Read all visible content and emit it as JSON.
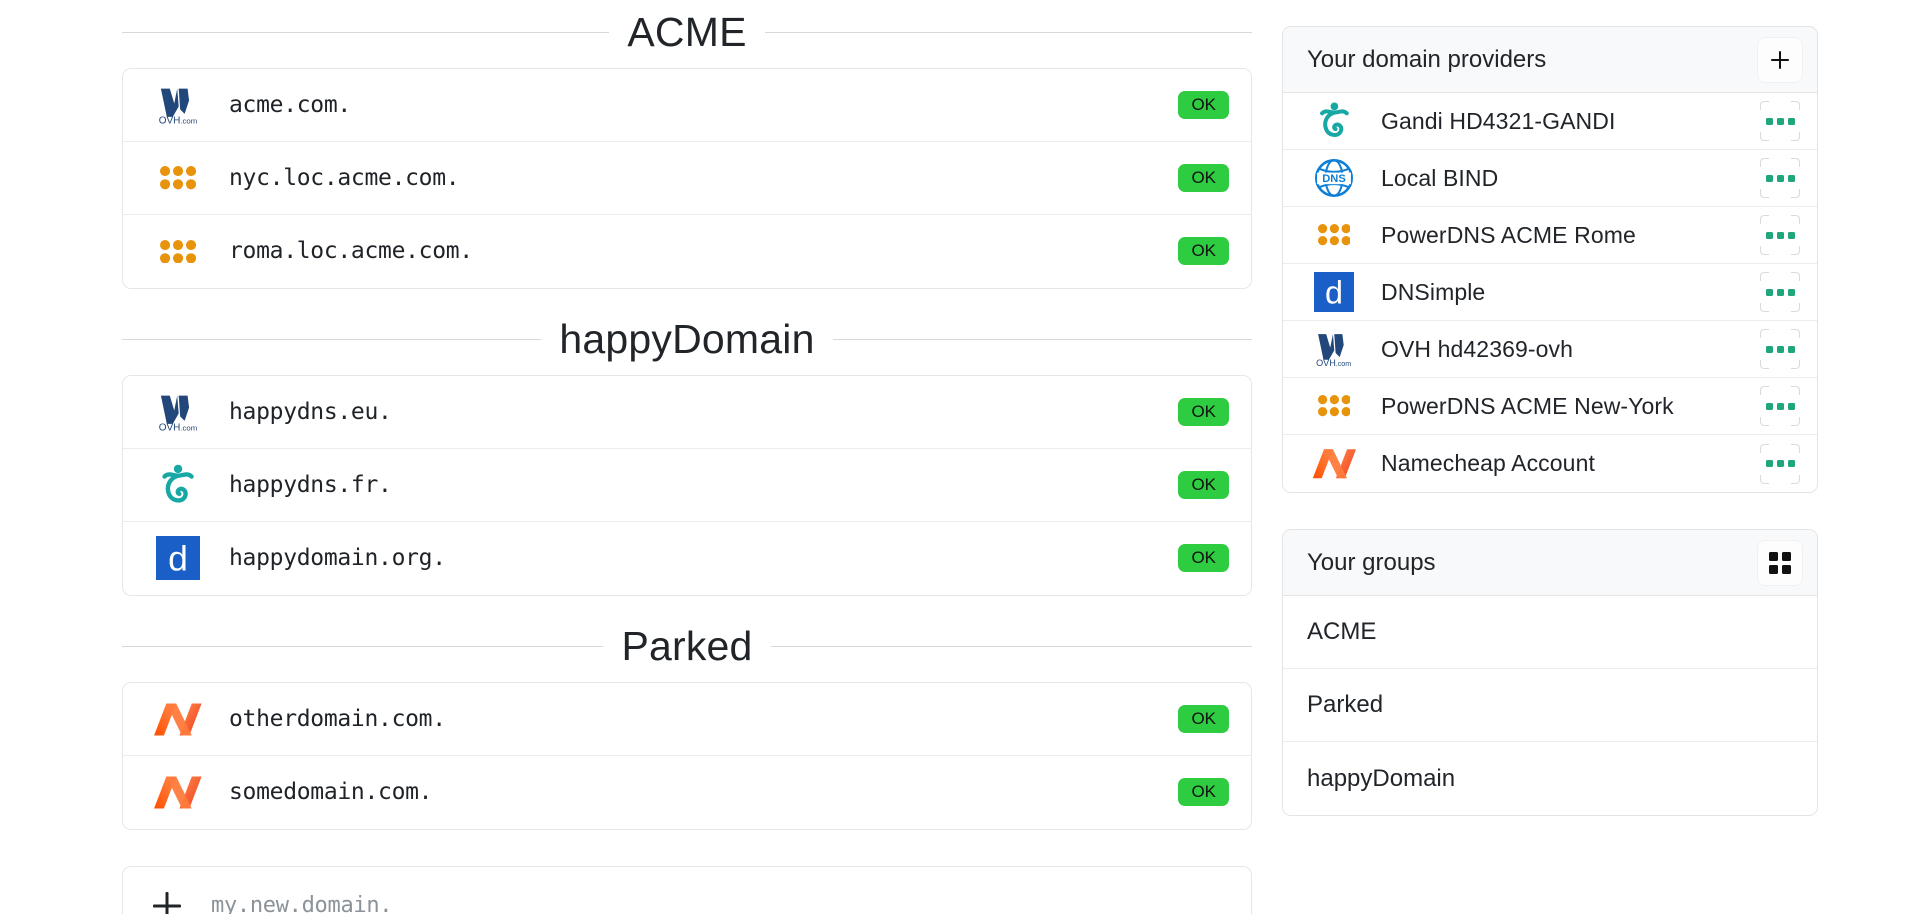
{
  "groups_sections": [
    {
      "title": "ACME",
      "domains": [
        {
          "name": "acme.com.",
          "provider_icon": "ovh-logo",
          "status": "OK"
        },
        {
          "name": "nyc.loc.acme.com.",
          "provider_icon": "powerdns-logo",
          "status": "OK"
        },
        {
          "name": "roma.loc.acme.com.",
          "provider_icon": "powerdns-logo",
          "status": "OK"
        }
      ]
    },
    {
      "title": "happyDomain",
      "domains": [
        {
          "name": "happydns.eu.",
          "provider_icon": "ovh-logo",
          "status": "OK"
        },
        {
          "name": "happydns.fr.",
          "provider_icon": "gandi-logo",
          "status": "OK"
        },
        {
          "name": "happydomain.org.",
          "provider_icon": "dnsimple-logo",
          "status": "OK"
        }
      ]
    },
    {
      "title": "Parked",
      "domains": [
        {
          "name": "otherdomain.com.",
          "provider_icon": "namecheap-logo",
          "status": "OK"
        },
        {
          "name": "somedomain.com.",
          "provider_icon": "namecheap-logo",
          "status": "OK"
        }
      ]
    }
  ],
  "add_domain": {
    "placeholder": "my.new.domain.",
    "icon": "plus-icon"
  },
  "providers_panel": {
    "title": "Your domain providers",
    "add_button_icon": "plus-icon",
    "items": [
      {
        "label": "Gandi HD4321-GANDI",
        "icon": "gandi-logo",
        "menu_icon": "ellipsis-icon"
      },
      {
        "label": "Local BIND",
        "icon": "bind-dns-logo",
        "menu_icon": "ellipsis-icon"
      },
      {
        "label": "PowerDNS ACME Rome",
        "icon": "powerdns-logo",
        "menu_icon": "ellipsis-icon"
      },
      {
        "label": "DNSimple",
        "icon": "dnsimple-logo",
        "menu_icon": "ellipsis-icon"
      },
      {
        "label": "OVH hd42369-ovh",
        "icon": "ovh-logo",
        "menu_icon": "ellipsis-icon"
      },
      {
        "label": "PowerDNS ACME New-York",
        "icon": "powerdns-logo",
        "menu_icon": "ellipsis-icon"
      },
      {
        "label": "Namecheap Account",
        "icon": "namecheap-logo",
        "menu_icon": "ellipsis-icon"
      }
    ]
  },
  "groups_panel": {
    "title": "Your groups",
    "grid_button_icon": "grid-icon",
    "items": [
      {
        "label": "ACME"
      },
      {
        "label": "Parked"
      },
      {
        "label": "happyDomain"
      }
    ]
  },
  "colors": {
    "status_ok_bg": "#2ecc40",
    "powerdns_orange": "#e8930c",
    "gandi_teal": "#17a8a5",
    "bind_blue": "#0d7fd6",
    "dnsimple_blue": "#1a5fc8",
    "namecheap_orange": "#ff5722",
    "ovh_navy": "#22477a",
    "menu_dots_green": "#20a67c"
  }
}
